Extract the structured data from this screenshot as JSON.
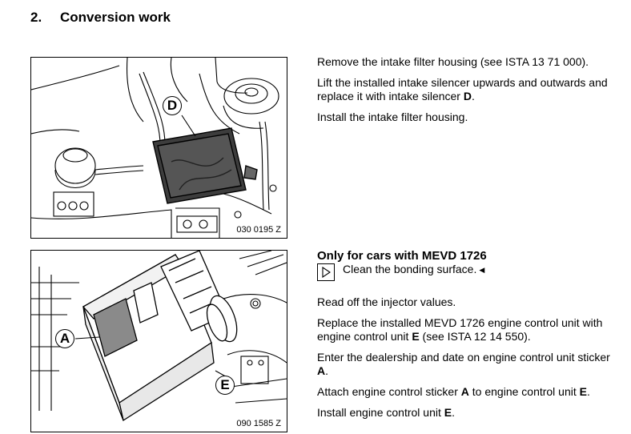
{
  "section": {
    "number": "2.",
    "title": "Conversion work"
  },
  "figure1": {
    "ref": "030 0195 Z",
    "callout": "D"
  },
  "figure2": {
    "ref": "090 1585 Z",
    "callout_a": "A",
    "callout_e": "E"
  },
  "block1": {
    "p1": "Remove the intake filter housing (see ISTA 13 71 000).",
    "p2_text": "Lift the installed intake silencer upwards and outwards and replace it with intake silencer ",
    "p2_bold": "D",
    "p2_end": ".",
    "p3": "Install the intake filter housing."
  },
  "block2": {
    "subheading": "Only for cars with MEVD 1726",
    "note_icon": "play-triangle-icon",
    "note": "Clean the bonding surface.",
    "end_mark": "◀",
    "p1": "Read off the injector values.",
    "p2_text": "Replace the installed MEVD 1726 engine control unit with engine control unit ",
    "p2_bold": "E",
    "p2_end": " (see ISTA 12 14 550).",
    "p3_text": "Enter the dealership and date on engine control unit sticker ",
    "p3_bold": "A",
    "p3_end": ".",
    "p4_text": "Attach engine control sticker ",
    "p4_bold1": "A",
    "p4_mid": " to engine control unit ",
    "p4_bold2": "E",
    "p4_end": ".",
    "p5_text": "Install engine control unit ",
    "p5_bold": "E",
    "p5_end": "."
  }
}
